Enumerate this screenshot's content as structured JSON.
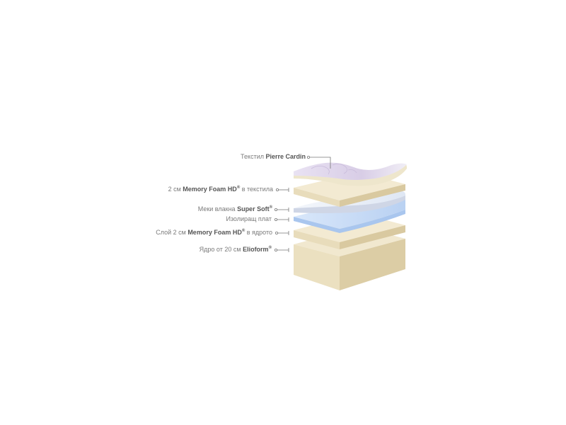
{
  "layers": [
    {
      "prefix": "Текстил ",
      "bold": "Pierre Cardin",
      "suffix": ""
    },
    {
      "prefix": "2 см ",
      "bold": "Memory Foam HD",
      "sup": "®",
      "suffix": " в текстила"
    },
    {
      "prefix": "Меки влакна ",
      "bold": "Super Soft",
      "sup": "®",
      "suffix": ""
    },
    {
      "prefix": "Изолиращ плат",
      "bold": "",
      "suffix": ""
    },
    {
      "prefix": "Слой 2 см ",
      "bold": "Memory Foam HD",
      "sup": "®",
      "suffix": " в ядрото"
    },
    {
      "prefix": "Ядро от 20 см ",
      "bold": "Elioform",
      "sup": "®",
      "suffix": ""
    }
  ],
  "colors": {
    "foam": "#efe4c6",
    "foam_side": "#e3d5b0",
    "textile": "#e7dff0",
    "fiber": "#eef3fb",
    "insulation": "#cfe0f7",
    "leader": "#777777"
  }
}
